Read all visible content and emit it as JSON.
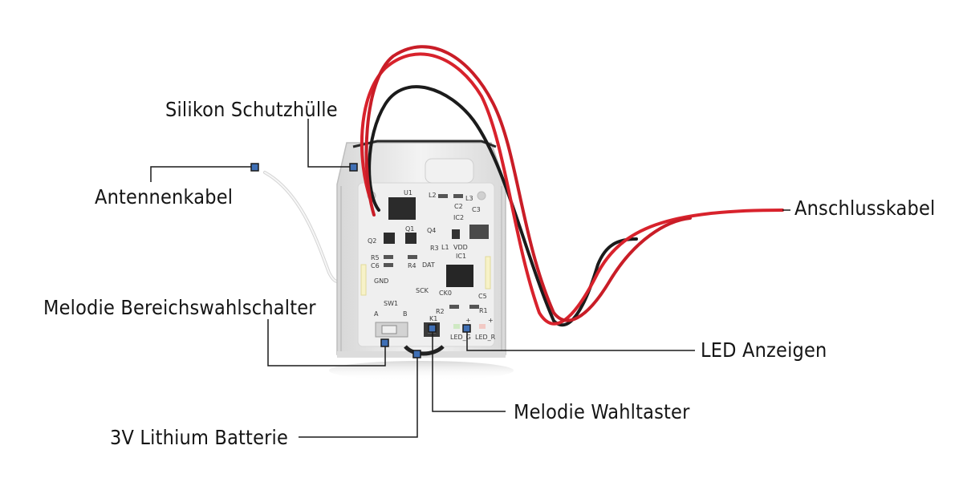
{
  "colors": {
    "leader_line": "#1a1a1a",
    "marker_fill": "#3f6fb5",
    "wire_red": "#d8222c",
    "wire_black": "#1b1b1b",
    "antenna_white": "#e6e6e6",
    "pcb": "#ededed",
    "enclosure": "#e9e9e9"
  },
  "callouts": {
    "silikon": "Silikon Schutzhülle",
    "antenne": "Antennenkabel",
    "anschluss": "Anschlusskabel",
    "melodie_bereich": "Melodie Bereichswahlschalter",
    "led": "LED Anzeigen",
    "melodie_taster": "Melodie Wahltaster",
    "batterie": "3V Lithium Batterie"
  },
  "pcb_labels": {
    "u1": "U1",
    "l2": "L2",
    "l3": "L3",
    "c3": "C3",
    "c2": "C2",
    "ic2": "IC2",
    "q4": "Q4",
    "l1": "L1",
    "vdd": "VDD",
    "q2": "Q2",
    "q1": "Q1",
    "r3": "R3",
    "r5": "R5",
    "c6": "C6",
    "r4": "R4",
    "dat": "DAT",
    "ic1": "IC1",
    "gnd": "GND",
    "sck": "SCK",
    "ck0": "CK0",
    "c5": "C5",
    "sw1": "SW1",
    "a": "A",
    "b": "B",
    "r2": "R2",
    "r1": "R1",
    "k1": "K1",
    "led_g": "LED_G",
    "led_r": "LED_R",
    "plus1": "+",
    "plus2": "+"
  }
}
